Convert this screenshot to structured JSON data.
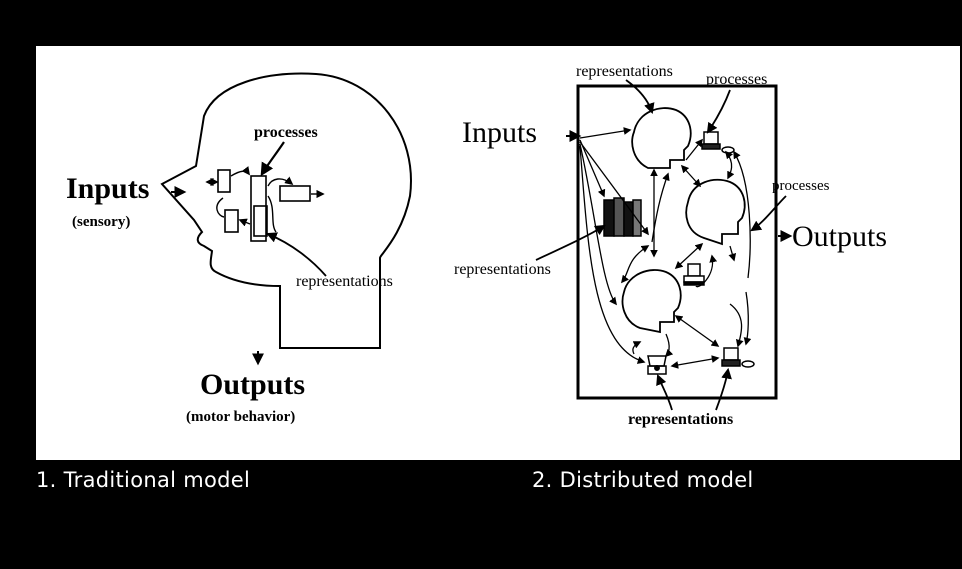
{
  "traditional": {
    "inputs": "Inputs",
    "inputs_sub": "(sensory)",
    "processes": "processes",
    "representations": "representations",
    "outputs": "Outputs",
    "outputs_sub": "(motor behavior)",
    "caption": "1. Traditional model"
  },
  "distributed": {
    "inputs": "Inputs",
    "outputs": "Outputs",
    "processes_top": "processes",
    "processes_right": "processes",
    "representations_top": "representations",
    "representations_left": "representations",
    "representations_bottom": "representations",
    "caption": "2. Distributed model"
  }
}
